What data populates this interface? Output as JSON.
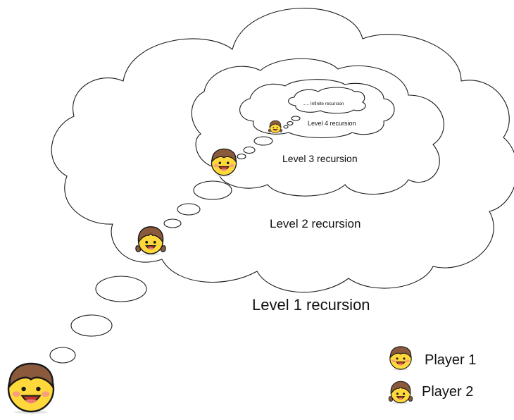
{
  "labels": {
    "level1": "Level 1 recursion",
    "level2": "Level 2 recursion",
    "level3": "Level 3 recursion",
    "level4": "Level 4 recursion",
    "infinite": ".....  Infinite recursion"
  },
  "legend": {
    "player1": "Player 1",
    "player2": "Player 2"
  },
  "icons": {
    "player1": "boy-face-icon",
    "player2": "girl-face-icon"
  },
  "colors": {
    "face": "#FFD93B",
    "hair": "#8B5A3C",
    "mouth": "#C0392B",
    "tongue": "#F47A7A",
    "cheek": "#F9A07A",
    "outline": "#1a1a1a"
  }
}
